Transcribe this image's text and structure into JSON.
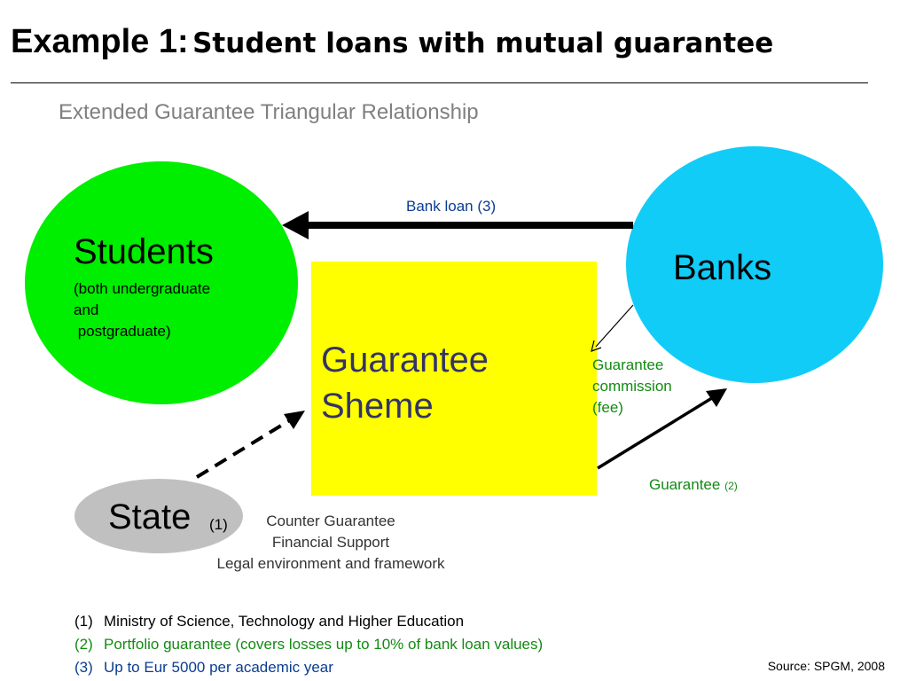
{
  "title": {
    "part1": "Example 1:",
    "part2": "Student loans with mutual guarantee"
  },
  "subtitle": "Extended Guarantee Triangular Relationship",
  "nodes": {
    "students": {
      "label": "Students",
      "description": "(both undergraduate\nand\n postgraduate)"
    },
    "banks": {
      "label": "Banks"
    },
    "scheme": {
      "label": "Guarantee\nSheme"
    },
    "state": {
      "label": "State",
      "note": "(1)"
    }
  },
  "edges": {
    "bank_loan": "Bank loan (3)",
    "commission": "Guarantee\ncommission\n(fee)",
    "guarantee": {
      "label": "Guarantee",
      "note": "(2)"
    },
    "state_roles": "Counter Guarantee\nFinancial Support\nLegal environment and framework"
  },
  "footnotes": [
    {
      "num": "(1)",
      "text": "Ministry of Science, Technology and Higher Education",
      "color": "#000000"
    },
    {
      "num": "(2)",
      "text": "Portfolio guarantee (covers losses up to 10% of bank loan values)",
      "color": "#138a13"
    },
    {
      "num": "(3)",
      "text": "Up to Eur 5000 per academic year",
      "color": "#0b3d91"
    }
  ],
  "source": "Source: SPGM, 2008",
  "colors": {
    "students": "#00ee00",
    "banks": "#11ccf7",
    "scheme": "#ffff00",
    "state": "#c0c0c0"
  }
}
